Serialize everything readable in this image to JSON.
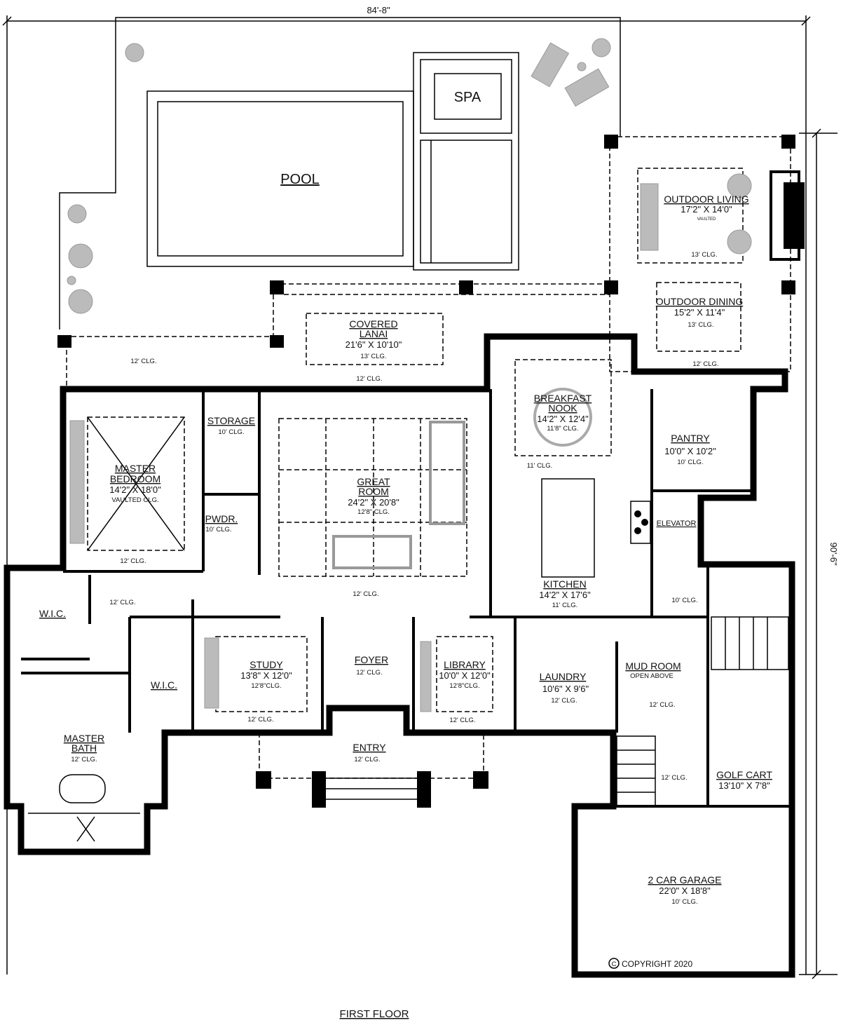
{
  "dimensions": {
    "overall_width": "84'-8\"",
    "overall_depth": "90'-6\""
  },
  "title": "FIRST FLOOR",
  "copyright": {
    "symbol": "C",
    "text": "COPYRIGHT 2020"
  },
  "rooms": {
    "pool": {
      "name": "POOL"
    },
    "spa": {
      "name": "SPA"
    },
    "outdoor_living": {
      "name": "OUTDOOR LIVING",
      "size": "17'2\" X 14'0\"",
      "note": "VAULTED",
      "ceiling": "13' CLG."
    },
    "outdoor_dining": {
      "name": "OUTDOOR DINING",
      "size": "15'2\" X 11'4\"",
      "ceiling": "13' CLG."
    },
    "covered_lanai": {
      "name_1": "COVERED",
      "name_2": "LANAI",
      "size": "21'6\" X 10'10\"",
      "ceiling": "13' CLG."
    },
    "breakfast_nook": {
      "name_1": "BREAKFAST",
      "name_2": "NOOK",
      "size": "14'2\" X 12'4\"",
      "ceiling": "11'8\" CLG."
    },
    "pantry": {
      "name": "PANTRY",
      "size": "10'0\" X 10'2\"",
      "ceiling": "10' CLG."
    },
    "storage": {
      "name": "STORAGE",
      "ceiling": "10' CLG."
    },
    "master_bedroom": {
      "name_1": "MASTER",
      "name_2": "BEDROOM",
      "size": "14'2\" X 18'0\"",
      "ceiling": "VAULTED CLG."
    },
    "great_room": {
      "name_1": "GREAT",
      "name_2": "ROOM",
      "size": "24'2\" X 20'8\"",
      "ceiling": "12'8\" CLG."
    },
    "powder": {
      "name": "PWDR.",
      "ceiling": "10' CLG."
    },
    "elevator": {
      "name": "ELEVATOR"
    },
    "kitchen": {
      "name": "KITCHEN",
      "size": "14'2\" X 17'6\"",
      "ceiling": "11' CLG."
    },
    "wic_1": {
      "name": "W.I.C."
    },
    "wic_2": {
      "name": "W.I.C."
    },
    "study": {
      "name": "STUDY",
      "size": "13'8\" X 12'0\"",
      "ceiling": "12'8\"CLG."
    },
    "foyer": {
      "name": "FOYER",
      "ceiling": "12' CLG."
    },
    "library": {
      "name": "LIBRARY",
      "size": "10'0\" X 12'0\"",
      "ceiling": "12'8\"CLG."
    },
    "laundry": {
      "name": "LAUNDRY",
      "size": "10'6\" X 9'6\"",
      "ceiling": "12' CLG."
    },
    "mud_room": {
      "name": "MUD ROOM",
      "note": "OPEN ABOVE"
    },
    "master_bath": {
      "name_1": "MASTER",
      "name_2": "BATH",
      "ceiling": "12' CLG."
    },
    "entry": {
      "name": "ENTRY",
      "ceiling": "12' CLG."
    },
    "golf_cart": {
      "name": "GOLF CART",
      "size": "13'10\" X 7'8\""
    },
    "garage": {
      "name": "2 CAR GARAGE",
      "size": "22'0\" X 18'8\"",
      "ceiling": "10' CLG."
    }
  },
  "ceiling_notes": [
    "12' CLG.",
    "12' CLG.",
    "12' CLG.",
    "12' CLG.",
    "12' CLG.",
    "12' CLG.",
    "12' CLG.",
    "12' CLG.",
    "11' CLG.",
    "10' CLG.",
    "12' CLG.",
    "12' CLG."
  ]
}
